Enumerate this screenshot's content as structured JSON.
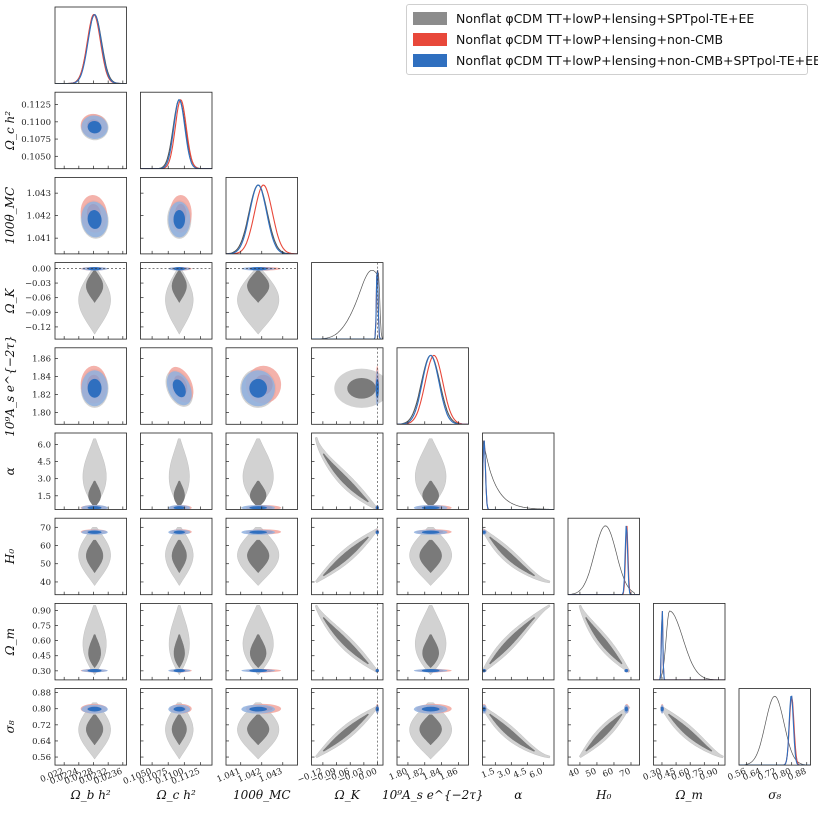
{
  "colors": {
    "grey": "#8c8c8c",
    "red": "#e8483a",
    "blue": "#2f6fbf"
  },
  "legend": {
    "items": [
      {
        "label": "Nonflat φCDM TT+lowP+lensing+SPTpol-TE+EE",
        "color": "#8c8c8c"
      },
      {
        "label": "Nonflat φCDM TT+lowP+lensing+non-CMB",
        "color": "#e8483a"
      },
      {
        "label": "Nonflat φCDM TT+lowP+lensing+non-CMB+SPTpol-TE+EE",
        "color": "#2f6fbf"
      }
    ]
  },
  "chart_data": {
    "type": "corner",
    "parameters": [
      {
        "name": "Ω_b h²",
        "label": "Ω_b h²",
        "range": [
          0.02175,
          0.0237
        ],
        "ticks": [
          0.022,
          0.0224,
          0.0228,
          0.0232,
          0.0236
        ],
        "tick_labels": [
          "0.022",
          "0.0224",
          "0.0228",
          "0.0232",
          "0.0236"
        ]
      },
      {
        "name": "Ω_c h²",
        "label": "Ω_c h²",
        "range": [
          0.1032,
          0.1143
        ],
        "ticks": [
          0.105,
          0.1075,
          0.11,
          0.1125
        ],
        "tick_labels": [
          "0.1050",
          "0.1075",
          "0.1100",
          "0.1125"
        ]
      },
      {
        "name": "100θ_MC",
        "label": "100θ_MC",
        "range": [
          1.0403,
          1.0437
        ],
        "ticks": [
          1.041,
          1.042,
          1.043
        ],
        "tick_labels": [
          "1.041",
          "1.042",
          "1.043"
        ]
      },
      {
        "name": "Ω_K",
        "label": "Ω_K",
        "range": [
          -0.145,
          0.012
        ],
        "ticks": [
          -0.12,
          -0.09,
          -0.06,
          -0.03,
          0.0
        ],
        "tick_labels": [
          "−0.12",
          "−0.09",
          "−0.06",
          "−0.03",
          "0.00"
        ]
      },
      {
        "name": "10⁹A_s e^{-2τ}",
        "label": "10⁹A_s e^{−2τ}",
        "range": [
          1.787,
          1.872
        ],
        "ticks": [
          1.8,
          1.82,
          1.84,
          1.86
        ],
        "tick_labels": [
          "1.80",
          "1.82",
          "1.84",
          "1.86"
        ]
      },
      {
        "name": "α",
        "label": "α",
        "range": [
          0.3,
          7.0
        ],
        "ticks": [
          1.5,
          3.0,
          4.5,
          6.0
        ],
        "tick_labels": [
          "1.5",
          "3.0",
          "4.5",
          "6.0"
        ]
      },
      {
        "name": "H_0",
        "label": "H₀",
        "range": [
          33,
          75
        ],
        "ticks": [
          40,
          50,
          60,
          70
        ],
        "tick_labels": [
          "40",
          "50",
          "60",
          "70"
        ]
      },
      {
        "name": "Ω_m",
        "label": "Ω_m",
        "range": [
          0.21,
          0.97
        ],
        "ticks": [
          0.3,
          0.45,
          0.6,
          0.75,
          0.9
        ],
        "tick_labels": [
          "0.30",
          "0.45",
          "0.60",
          "0.75",
          "0.90"
        ]
      },
      {
        "name": "σ_8",
        "label": "σ₈",
        "range": [
          0.52,
          0.9
        ],
        "ticks": [
          0.56,
          0.64,
          0.72,
          0.8,
          0.88
        ],
        "tick_labels": [
          "0.56",
          "0.64",
          "0.72",
          "0.80",
          "0.88"
        ]
      }
    ],
    "diagonal_tick_labels": {
      "Ω_b h²": [
        "0.0220",
        "0.0224",
        "0.0228",
        "0.0232",
        "0.0236"
      ],
      "Ω_c h²": [
        "0.1050",
        "0.1075",
        "0.1100",
        "0.1125"
      ],
      "100θ_MC": [
        "1.041",
        "1.042",
        "1.043"
      ],
      "Ω_K": [
        "−0.12",
        "−0.09",
        "−0.06",
        "−0.03",
        "0.00"
      ],
      "10⁹A_s e^{-2τ}": [
        "1.80",
        "1.82",
        "1.84",
        "1.86"
      ],
      "α": [
        "1.5",
        "3.0",
        "4.5",
        "6.0"
      ],
      "H_0": [
        "40",
        "50",
        "60",
        "70"
      ],
      "Ω_m": [
        "0.30",
        "0.45",
        "0.60",
        "0.75",
        "0.90"
      ],
      "σ_8": [
        "0.56",
        "0.64",
        "0.72",
        "0.80",
        "0.88"
      ]
    },
    "series": [
      {
        "name": "Nonflat φCDM TT+lowP+lensing+SPTpol-TE+EE",
        "color": "#8c8c8c",
        "mean": [
          0.02283,
          0.10922,
          1.04183,
          -0.035,
          1.827,
          1.9,
          54.5,
          0.49,
          0.71
        ],
        "sigma": [
          0.00019,
          0.00094,
          0.00043,
          0.03,
          0.0109,
          1.3,
          8.0,
          0.15,
          0.06
        ],
        "posterior_shape": {
          "Ω_K": "skewed-left",
          "α": "peaked-at-lower-bound",
          "Ω_m": "skewed-right"
        }
      },
      {
        "name": "Nonflat φCDM TT+lowP+lensing+non-CMB",
        "color": "#e8483a",
        "mean": [
          0.02281,
          0.10945,
          1.04208,
          -0.0006,
          1.831,
          0.45,
          67.5,
          0.302,
          0.8
        ],
        "sigma": [
          0.00018,
          0.00085,
          0.00042,
          0.0018,
          0.0105,
          0.12,
          0.7,
          0.007,
          0.012
        ]
      },
      {
        "name": "Nonflat φCDM TT+lowP+lensing+non-CMB+SPTpol-TE+EE",
        "color": "#2f6fbf",
        "mean": [
          0.02283,
          0.10922,
          1.04183,
          -0.0006,
          1.827,
          0.45,
          67.3,
          0.302,
          0.798
        ],
        "sigma": [
          0.00018,
          0.00085,
          0.0004,
          0.0018,
          0.01,
          0.12,
          0.7,
          0.007,
          0.011
        ]
      }
    ],
    "reference_lines": {
      "Ω_K": 0.0
    },
    "contour_levels": [
      "68%",
      "95%"
    ],
    "grid": false
  }
}
